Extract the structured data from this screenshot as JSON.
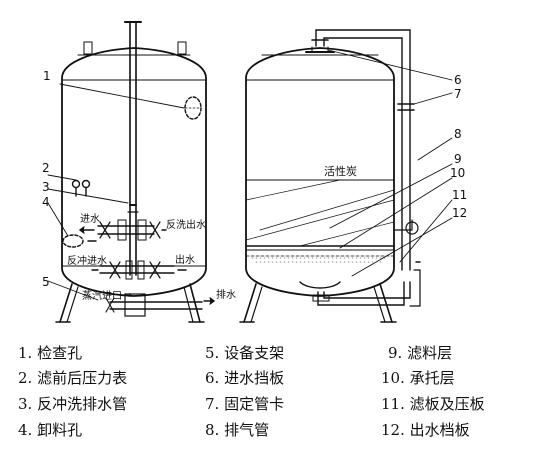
{
  "callouts": {
    "n1": "1",
    "n2": "2",
    "n3": "3",
    "n4": "4",
    "n5": "5",
    "n6": "6",
    "n7": "7",
    "n8": "8",
    "n9": "9",
    "n10": "10",
    "n11": "11",
    "n12": "12"
  },
  "left_tank": {
    "inlet": "进水",
    "backwash_outlet": "反洗出水",
    "backwash_inlet": "反冲进水",
    "outlet": "出水",
    "steam_inlet": "蒸汽进口",
    "drain": "排水"
  },
  "right_tank": {
    "media": "活性炭"
  },
  "legend": [
    "1. 检查孔",
    "2. 滤前后压力表",
    "3. 反冲洗排水管",
    "4. 卸料孔",
    "5. 设备支架",
    "6. 进水挡板",
    "7. 固定管卡",
    "8. 排气管",
    "9. 滤料层",
    "10. 承托层",
    "11. 滤板及压板",
    "12. 出水档板"
  ]
}
